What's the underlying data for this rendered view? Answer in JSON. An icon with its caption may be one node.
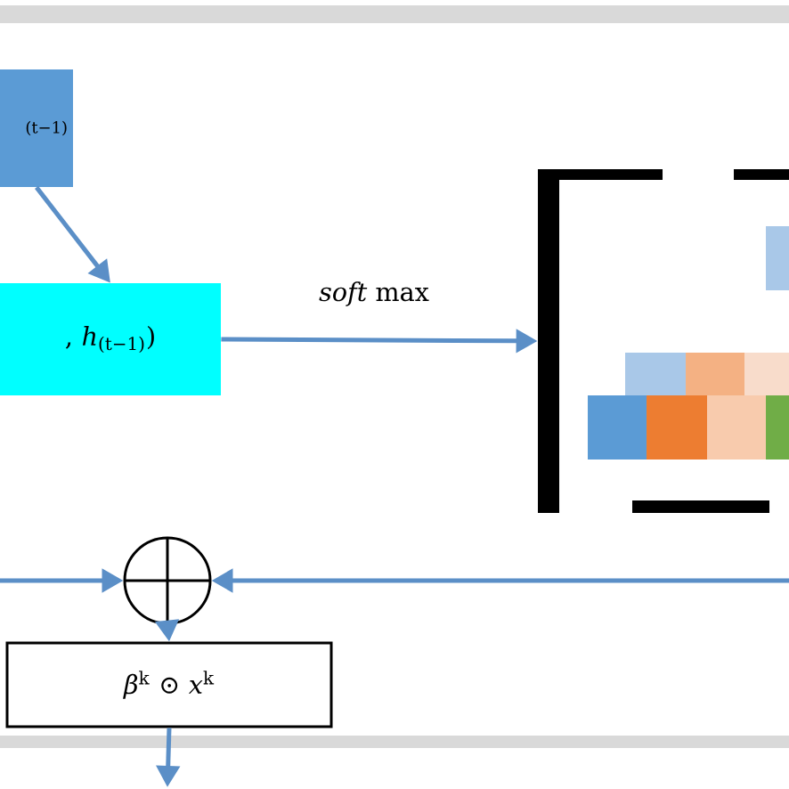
{
  "diagram": {
    "nodes": [
      {
        "text": [
          "(t−1)"
        ]
      },
      {
        "text": [
          ", *h*$_{(t−1)}$)"
        ]
      },
      {
        "text": [],
        "shape": "picture"
      },
      {
        "text": [],
        "shape": "circle"
      },
      {
        "text": [
          "*β*$^{k}$ ⊙ *x*$^{k}$"
        ]
      }
    ],
    "edges": [
      {
        "from": 0,
        "to": 1,
        "arrow": "to"
      },
      {
        "from": 1,
        "to": 2,
        "arrow": "to",
        "label": "*soft* max"
      },
      {
        "from": null,
        "to": 3,
        "arrow": "to"
      },
      {
        "from": null,
        "to": 3,
        "arrow": "to"
      },
      {
        "from": 3,
        "to": 4,
        "arrow": "to"
      },
      {
        "from": 4,
        "to": null,
        "arrow": "to"
      }
    ]
  }
}
